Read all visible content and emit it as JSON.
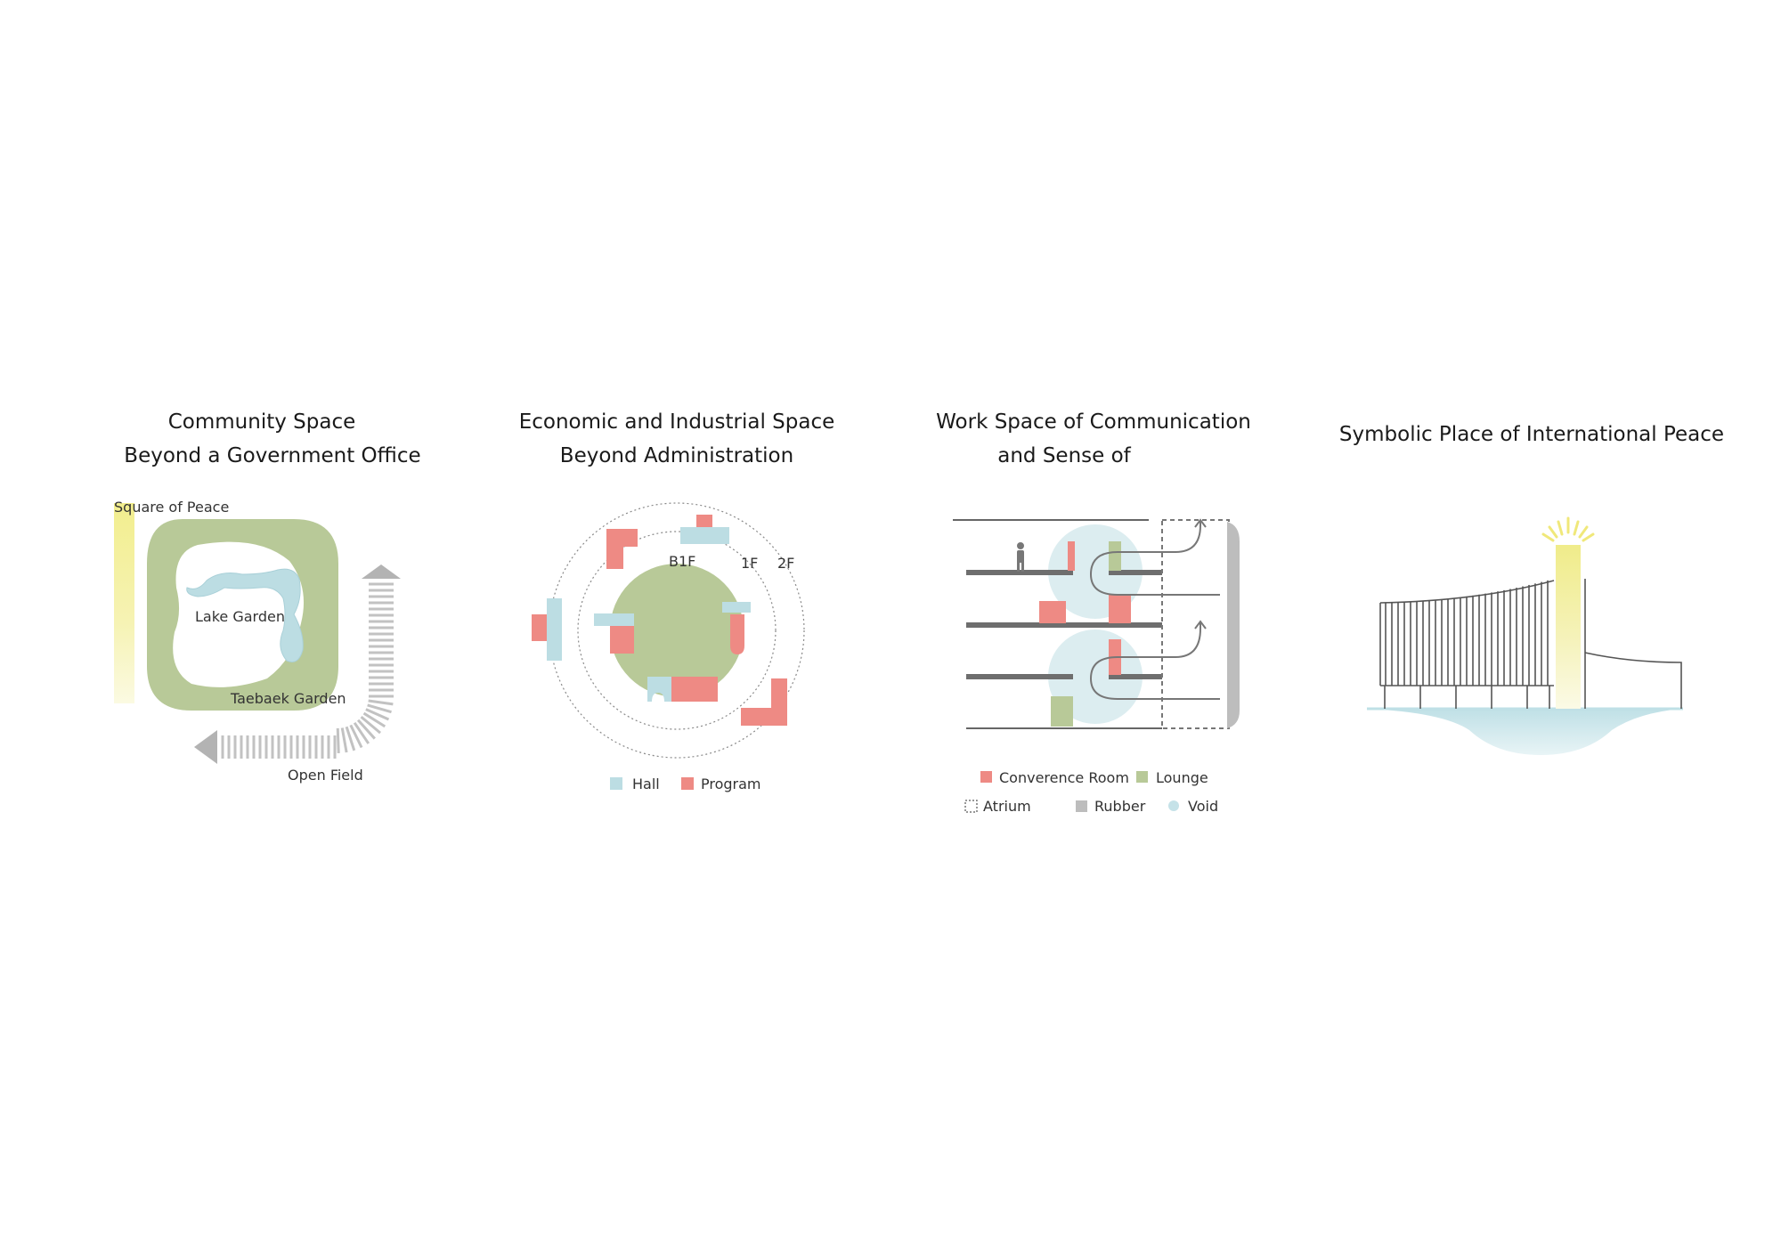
{
  "panels": [
    {
      "title_lines": [
        "Community Space",
        "Beyond a Government Office"
      ],
      "labels": {
        "square": "Square of Peace",
        "lake": "Lake Garden",
        "taebaek": "Taebaek Garden",
        "field": "Open Field"
      }
    },
    {
      "title_lines": [
        "Economic and Industrial Space",
        "Beyond Administration"
      ],
      "labels": {
        "b1f": "B1F",
        "f1": "1F",
        "f2": "2F"
      },
      "legend": [
        {
          "label": "Hall",
          "color": "#bcdde3"
        },
        {
          "label": "Program",
          "color": "#ee8a84"
        }
      ]
    },
    {
      "title_lines": [
        "Work Space of Communication",
        "and Sense of"
      ],
      "legend": [
        {
          "label": "Converence Room",
          "color": "#ee8a84",
          "shape": "square"
        },
        {
          "label": "Lounge",
          "color": "#b8c998",
          "shape": "square"
        },
        {
          "label": "Atrium",
          "color": "#777777",
          "shape": "dashed"
        },
        {
          "label": "Rubber",
          "color": "#bdbdbd",
          "shape": "square"
        },
        {
          "label": "Void",
          "color": "#c5e2e8",
          "shape": "circle"
        }
      ]
    },
    {
      "title_lines": [
        "Symbolic Place of International Peace"
      ]
    }
  ],
  "colors": {
    "green": "#b8c998",
    "blue": "#bcdde3",
    "red": "#ee8a84",
    "yellow": "#f4f0a0",
    "grey": "#9a9a9a"
  }
}
